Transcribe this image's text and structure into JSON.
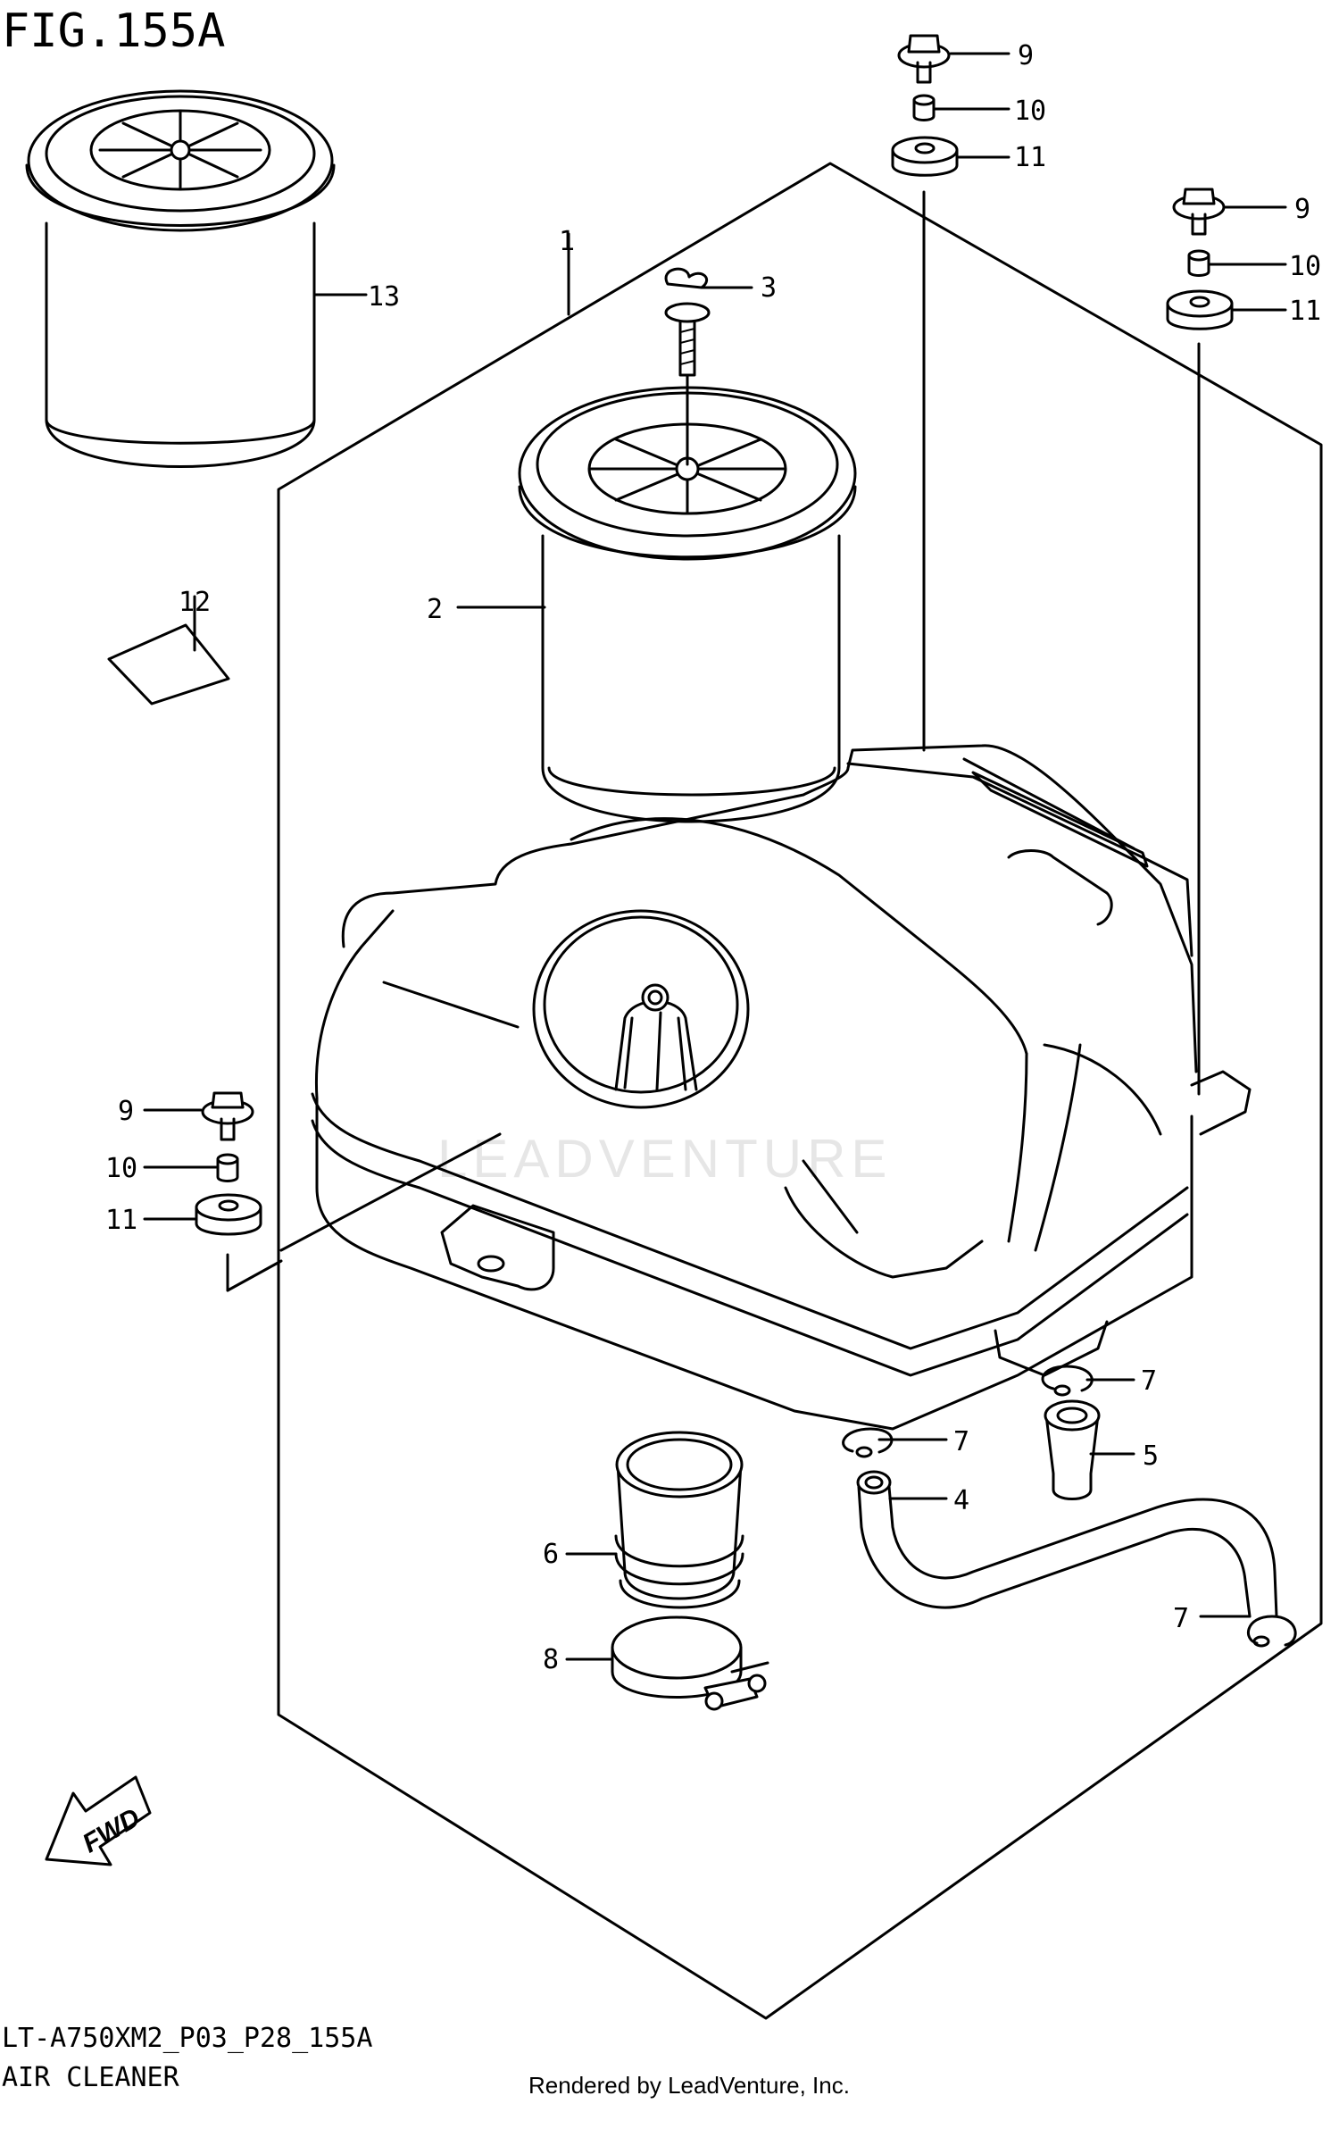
{
  "figure": {
    "title": "FIG.155A",
    "model_code": "LT-A750XM2_P03_P28_155A",
    "part_group": "AIR CLEANER",
    "rendered_by": "Rendered by LeadVenture, Inc.",
    "watermark": "LEADVENTURE",
    "fwd_label": "FWD"
  },
  "callouts": {
    "c1": "1",
    "c2": "2",
    "c3": "3",
    "c4": "4",
    "c5": "5",
    "c6": "6",
    "c7a": "7",
    "c7b": "7",
    "c7c": "7",
    "c8": "8",
    "c9a": "9",
    "c9b": "9",
    "c9c": "9",
    "c10a": "10",
    "c10b": "10",
    "c10c": "10",
    "c11a": "11",
    "c11b": "11",
    "c11c": "11",
    "c12": "12",
    "c13": "13"
  }
}
